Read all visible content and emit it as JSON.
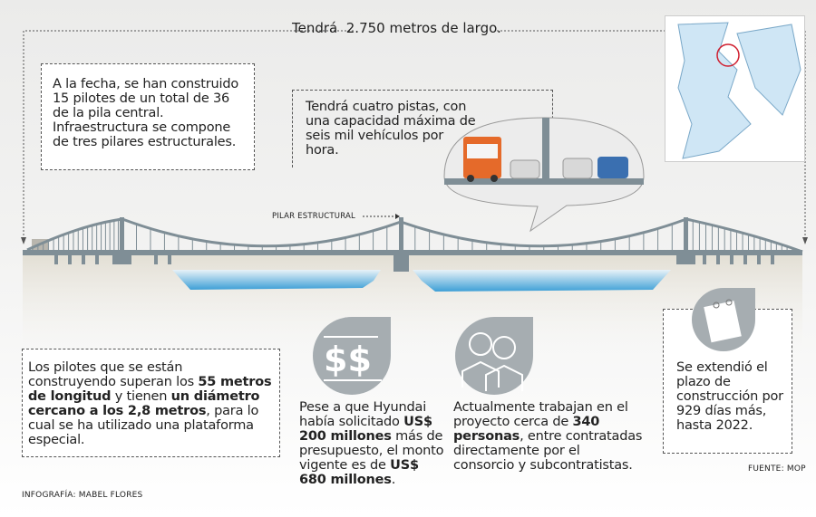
{
  "length_label": "Tendrá  2.750 metros de largo.",
  "pilotes_box": "A la fecha, se han construido 15 pilotes de un total de 36 de la pila central. Infraestructura se compone de tres pilares estructurales.",
  "lanes_box": "Tendrá cuatro pistas, con una capacidad máxima de seis mil vehículos por hora.",
  "pillar_label": "PILAR ESTRUCTURAL",
  "pilotes_info": {
    "t1": "Los pilotes que se están construyendo superan los ",
    "b1": "55 metros de longitud",
    "t2": " y tienen ",
    "b2": "un diámetro cercano a los 2,8 metros",
    "t3": ", para lo cual se ha utilizado una plataforma especial."
  },
  "budget_info": {
    "t1": "Pese a que Hyundai había solicitado ",
    "b1": "US$ 200 millones",
    "t2": " más de presupuesto, el monto vigente es de ",
    "b2": "US$ 680 millones",
    "t3": "."
  },
  "workers_info": {
    "t1": "Actualmente trabajan en el proyecto cerca de ",
    "b1": "340 personas",
    "t2": ", entre contratadas directamente por el consorcio y subcontratistas."
  },
  "deadline_info": "Se extendió el plazo de construcción por 929 días más, hasta 2022.",
  "credit": "INFOGRAFÍA: MABEL FLORES",
  "source": "FUENTE: MOP",
  "icons": [
    "money-icon",
    "workers-icon",
    "calendar-icon",
    "map-icon",
    "bridge-icon"
  ],
  "colors": {
    "steel": "#7f8e96",
    "water": "#3d9fd6",
    "ground": "#e4e0d6",
    "icon": "#a6adb1"
  }
}
